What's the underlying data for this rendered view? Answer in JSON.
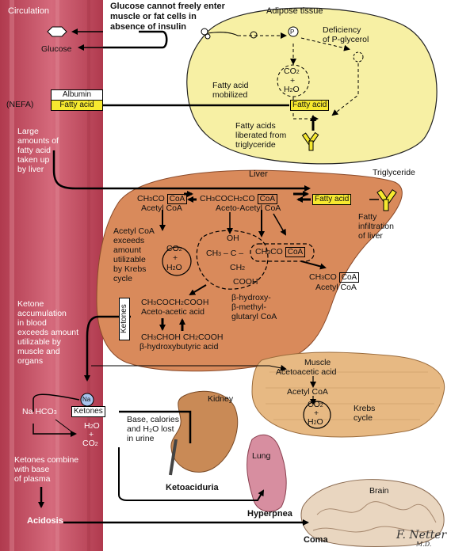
{
  "colors": {
    "blood_vessel": "#c4485c",
    "adipose_fill": "#f7f0a4",
    "liver_fill": "#d98a5b",
    "muscle_fill": "#e7b983",
    "kidney_fill": "#c98a56",
    "lung_fill": "#d78ea0",
    "brain_fill": "#e9d6c0",
    "highlight_yellow": "#f6e92f"
  },
  "circulation": {
    "title": "Circulation",
    "glucose": "Glucose",
    "nefa": "(NEFA)",
    "albumin": "Albumin",
    "fatty_acid": "Fatty acid",
    "liver_uptake": "Large\namounts of\nfatty acid\ntaken up\nby liver",
    "ketone_accumulation": "Ketone\naccumulation\nin blood\nexceeds amount\nutilizable by\nmuscle and\norgans",
    "na_hco3": "Na HCO",
    "na_hco3_sub": "3",
    "na": "Na",
    "ketones": "Ketones",
    "h2o": "H",
    "h2o_sub": "2",
    "h2o_end": "O",
    "plus": "+",
    "co2": "CO",
    "co2_sub": "2",
    "combine": "Ketones combine\nwith base\nof plasma",
    "acidosis": "Acidosis"
  },
  "glucose_note": "Glucose cannot freely enter\nmuscle or fat cells in\nabsence of insulin",
  "adipose": {
    "title": "Adipose tissue",
    "p_label": "P",
    "deficiency": "Deficiency\nof P-glycerol",
    "co2": "CO",
    "co2_sub": "2",
    "plus": "+",
    "h2o": "H",
    "h2o_sub": "2",
    "h2o_end": "O",
    "mobilized": "Fatty acid\nmobilized",
    "fatty_acid": "Fatty acid",
    "liberated": "Fatty acids\nliberated from\ntriglyceride"
  },
  "liver": {
    "title": "Liver",
    "triglyceride": "Triglyceride",
    "ch3co_1": "CH",
    "ch3co_1_sub": "3",
    "ch3co_1_end": "CO",
    "coa": "CoA",
    "acetyl_coa": "Acetyl CoA",
    "ch3coch2co": "CH",
    "ch3coch2co_sub1": "3",
    "ch3coch2co_mid": "COCH",
    "ch3coch2co_sub2": "2",
    "ch3coch2co_end": "CO",
    "aceto_acetyl_coa": "Aceto-Acetyl CoA",
    "fatty_acid": "Fatty acid",
    "infiltration": "Fatty\ninfiltration\nof liver",
    "exceeds": "Acetyl CoA\nexceeds\namount\nutilizable\nby Krebs\ncycle",
    "co2": "CO",
    "co2_sub": "2",
    "plus": "+",
    "h2o": "H",
    "h2o_sub": "2",
    "h2o_end": "O",
    "hmg_oh": "OH",
    "hmg_line": "CH",
    "hmg_line_sub": "3",
    "hmg_line_end": " – C –",
    "hmg_ch2": "CH",
    "hmg_ch2_sub": "2",
    "hmg_cooh": "COOH",
    "ch3co_2": "CH",
    "ch3co_2_sub": "3",
    "ch3co_2_end": "CO",
    "ch3co_3": "CH",
    "ch3co_3_sub": "3",
    "ch3co_3_end": "CO",
    "acetyl_coa_2": "Acetyl CoA",
    "hmg_name": "β-hydroxy-\nβ-methyl-\nglutaryl CoA",
    "ketones": "Ketones",
    "acetoacetic_formula": "CH",
    "acetoacetic_sub1": "3",
    "acetoacetic_mid": "COCH",
    "acetoacetic_sub2": "2",
    "acetoacetic_end": "COOH",
    "acetoacetic_name": "Aceto-acetic acid",
    "hydroxybutyric_formula": "CH",
    "hydroxybutyric_sub1": "3",
    "hydroxybutyric_mid": "CHOH CH",
    "hydroxybutyric_sub2": "2",
    "hydroxybutyric_end": "COOH",
    "hydroxybutyric_name": "β-hydroxybutyric acid"
  },
  "muscle": {
    "title": "Muscle",
    "acetoacetic": "Acetoacetic acid",
    "acetyl_coa": "Acetyl CoA",
    "co2": "CO",
    "co2_sub": "2",
    "plus": "+",
    "h2o": "H",
    "h2o_sub": "2",
    "h2o_end": "O",
    "krebs": "Krebs\ncycle"
  },
  "kidney": {
    "title": "Kidney",
    "loss": "Base, calories\nand H₂O lost\nin urine",
    "ketoaciduria": "Ketoaciduria"
  },
  "lung": {
    "title": "Lung",
    "hyperpnea": "Hyperpnea"
  },
  "brain": {
    "title": "Brain",
    "coma": "Coma"
  }
}
